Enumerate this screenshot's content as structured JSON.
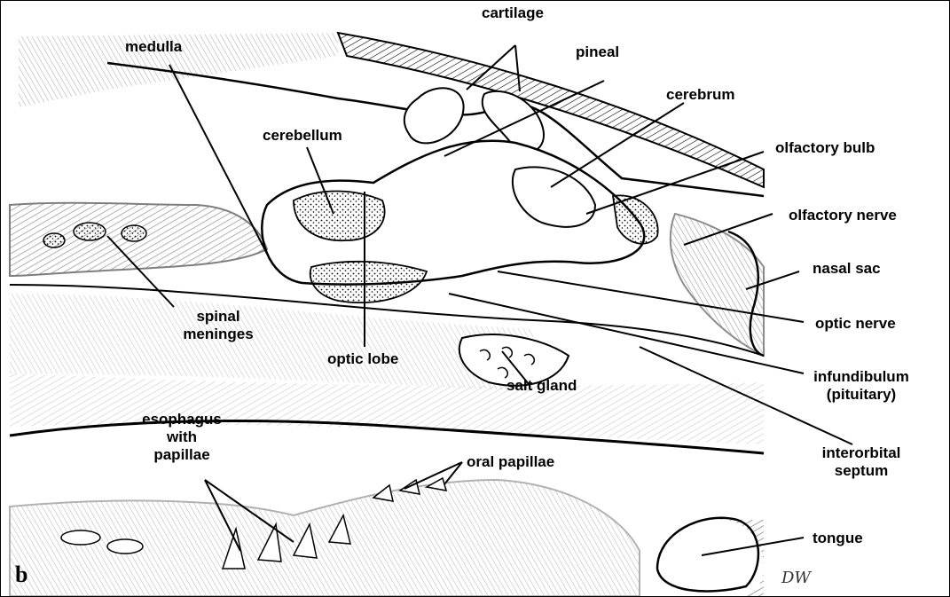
{
  "figure": {
    "panel_letter": "b",
    "signature": "DW"
  },
  "labels": {
    "medulla": "medulla",
    "cartilage": "cartilage",
    "pineal": "pineal",
    "cerebrum": "cerebrum",
    "cerebellum": "cerebellum",
    "olfactory_bulb": "olfactory bulb",
    "olfactory_nerve": "olfactory nerve",
    "nasal_sac": "nasal sac",
    "spinal_meninges_1": "spinal",
    "spinal_meninges_2": "meninges",
    "optic_nerve": "optic nerve",
    "optic_lobe": "optic lobe",
    "salt_gland": "salt gland",
    "infundibulum_1": "infundibulum",
    "infundibulum_2": "(pituitary)",
    "esophagus_1": "esophagus",
    "esophagus_2": "with",
    "esophagus_3": "papillae",
    "oral_papillae": "oral papillae",
    "interorbital_1": "interorbital",
    "interorbital_2": "septum",
    "tongue": "tongue"
  }
}
